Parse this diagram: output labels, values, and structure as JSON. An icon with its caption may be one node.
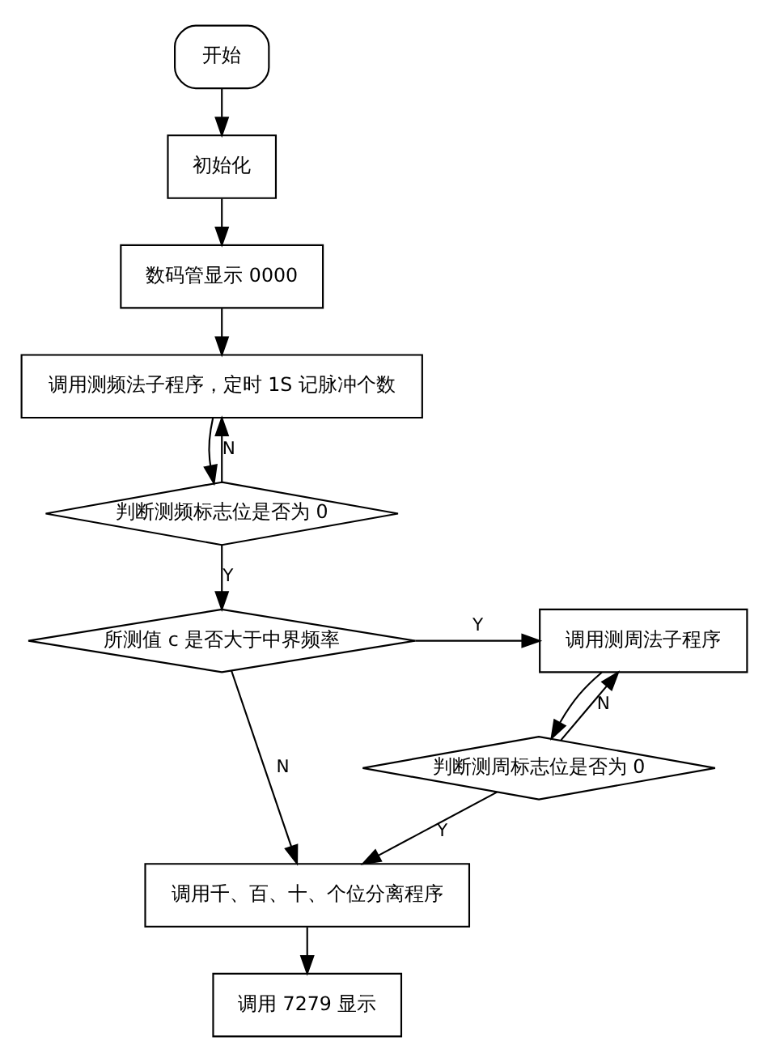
{
  "diagram": {
    "nodes": [
      {
        "text": [
          "开始"
        ]
      },
      {
        "text": [
          "初始化"
        ]
      },
      {
        "text": [
          "数码管显示 0000"
        ]
      },
      {
        "text": [
          "调用测频法子程序，定时 1S 记脉冲个数"
        ]
      },
      {
        "text": [
          "判断测频标志位是否为 0"
        ]
      },
      {
        "text": [
          "所测值 c 是否大于中界频率"
        ]
      },
      {
        "text": [
          "调用测周法子程序"
        ]
      },
      {
        "text": [
          "判断测周标志位是否为 0"
        ]
      },
      {
        "text": [
          "调用千、百、十、个位分离程序"
        ]
      },
      {
        "text": [
          "调用 7279 显示"
        ]
      }
    ],
    "edges": [
      {
        "from": 0,
        "to": 1,
        "arrow": "to"
      },
      {
        "from": 1,
        "to": 2,
        "arrow": "to"
      },
      {
        "from": 2,
        "to": 3,
        "arrow": "to"
      },
      {
        "from": 3,
        "to": 4,
        "arrow": "to"
      },
      {
        "from": 4,
        "to": 3,
        "arrow": "to",
        "label": "N"
      },
      {
        "from": 4,
        "to": 5,
        "arrow": "to",
        "label": "Y"
      },
      {
        "from": 5,
        "to": 6,
        "arrow": "to",
        "label": "Y"
      },
      {
        "from": 6,
        "to": 7,
        "arrow": "to"
      },
      {
        "from": 7,
        "to": 6,
        "arrow": "to",
        "label": "N"
      },
      {
        "from": 5,
        "to": 8,
        "arrow": "to",
        "label": "N"
      },
      {
        "from": 7,
        "to": 8,
        "arrow": "to",
        "label": "Y"
      },
      {
        "from": 8,
        "to": 9,
        "arrow": "to"
      }
    ]
  }
}
